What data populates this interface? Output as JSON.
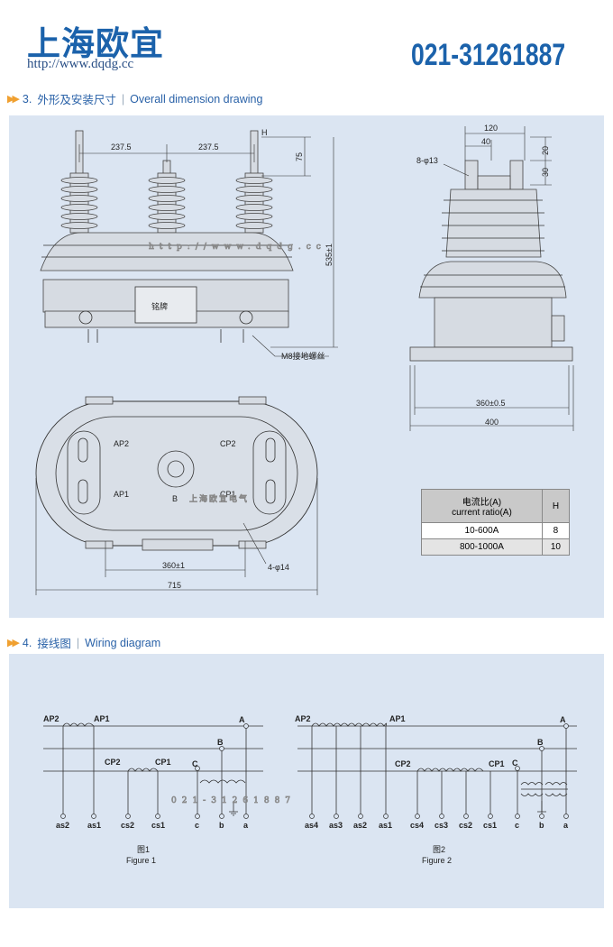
{
  "header": {
    "logo_text": "上海欧宜",
    "url": "http://www.dqdg.cc",
    "phone": "021-31261887"
  },
  "section3": {
    "number": "3.",
    "title_cn": "外形及安装尺寸",
    "title_en": "Overall dimension drawing"
  },
  "section4": {
    "number": "4.",
    "title_cn": "接线图",
    "title_en": "Wiring diagram"
  },
  "front_view": {
    "dim_left": "237.5",
    "dim_right": "237.5",
    "dim_h": "H",
    "dim_75": "75",
    "dim_height": "535±1",
    "nameplate": "铭牌",
    "ground_screw": "M8接地螺丝"
  },
  "side_view": {
    "dim_120": "120",
    "dim_40": "40",
    "dim_20": "20",
    "dim_30": "30",
    "holes": "8-φ13",
    "dim_360": "360±0.5",
    "dim_400": "400"
  },
  "bottom_view": {
    "ap2": "AP2",
    "cp2": "CP2",
    "ap1": "AP1",
    "cp1": "CP1",
    "b": "B",
    "dim_360": "360±1",
    "holes": "4-φ14",
    "dim_715": "715"
  },
  "ratio_table": {
    "header_ratio_cn": "电流比(A)",
    "header_ratio_en": "current ratio(A)",
    "header_h": "H",
    "rows": [
      {
        "ratio": "10-600A",
        "h": "8"
      },
      {
        "ratio": "800-1000A",
        "h": "10"
      }
    ]
  },
  "watermarks": {
    "url": "http://www.dqdg.cc",
    "company": "上海欧宜电气",
    "phone": "021-31261887"
  },
  "figure1": {
    "labels": {
      "ap2": "AP2",
      "ap1": "AP1",
      "cp2": "CP2",
      "cp1": "CP1",
      "A": "A",
      "B": "B",
      "C": "C"
    },
    "terminals": [
      "as2",
      "as1",
      "cs2",
      "cs1",
      "c",
      "b",
      "a"
    ],
    "caption_cn": "图1",
    "caption_en": "Figure 1"
  },
  "figure2": {
    "labels": {
      "ap2": "AP2",
      "ap1": "AP1",
      "cp2": "CP2",
      "cp1": "CP1",
      "A": "A",
      "B": "B",
      "C": "C"
    },
    "terminals": [
      "as4",
      "as3",
      "as2",
      "as1",
      "cs4",
      "cs3",
      "cs2",
      "cs1",
      "c",
      "b",
      "a"
    ],
    "caption_cn": "图2",
    "caption_en": "Figure 2"
  }
}
